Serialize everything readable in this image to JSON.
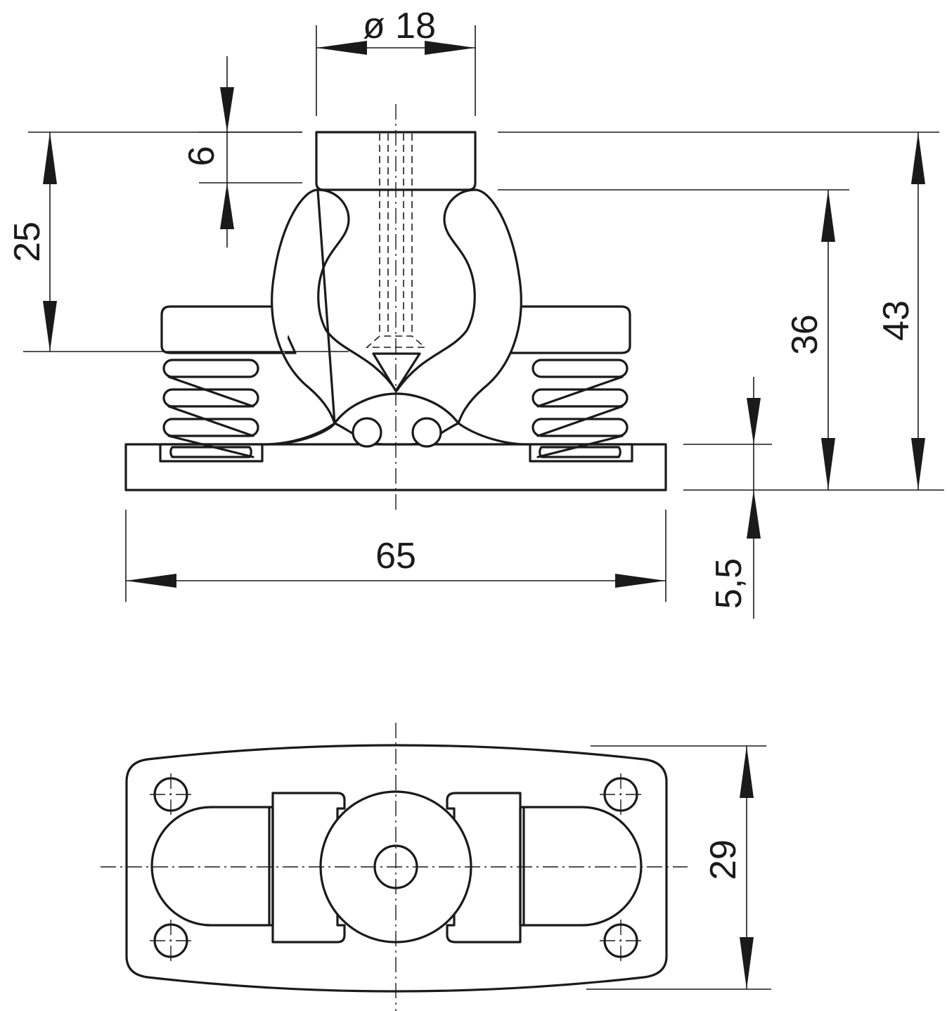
{
  "dimensions": {
    "diameter_top": "ø 18",
    "top_cap_height": "6",
    "upper_height": "25",
    "arm_height": "36",
    "total_height": "43",
    "overall_width": "65",
    "base_thickness": "5,5",
    "base_depth": "29"
  },
  "colors": {
    "line": "#1a1a1a",
    "background": "#ffffff"
  }
}
